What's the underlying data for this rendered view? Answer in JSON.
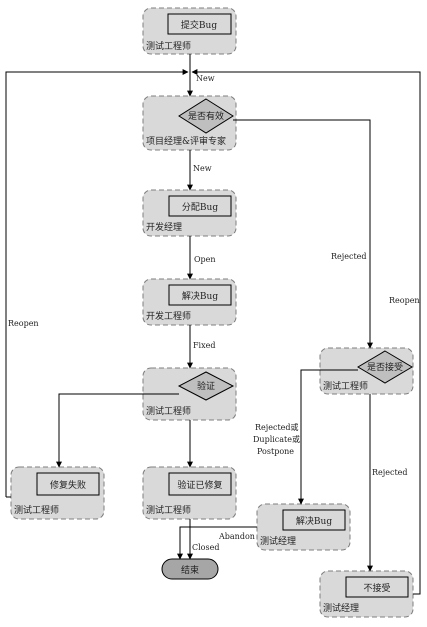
{
  "nodes": {
    "submit": {
      "box_label": "提交Bug",
      "role": "测试工程师"
    },
    "review_valid": {
      "diamond_label": "是否有效",
      "role": "项目经理&评审专家"
    },
    "assign": {
      "box_label": "分配Bug",
      "role": "开发经理"
    },
    "fix": {
      "box_label": "解决Bug",
      "role": "开发工程师"
    },
    "verify": {
      "diamond_label": "验证",
      "role": "测试工程师"
    },
    "fix_failed": {
      "box_label": "修复失败",
      "role": "测试工程师"
    },
    "verified_fixed": {
      "box_label": "验证已修复",
      "role": "测试工程师"
    },
    "accept_check": {
      "diamond_label": "是否接受",
      "role": "测试工程师"
    },
    "resolve_bug": {
      "box_label": "解决Bug",
      "role": "测试经理"
    },
    "not_accepted": {
      "box_label": "不接受",
      "role": "测试经理"
    },
    "end": {
      "label": "结束"
    }
  },
  "edges": {
    "new_top": "New",
    "new_mid": "New",
    "open": "Open",
    "fixed": "Fixed",
    "rejected_right": "Rejected",
    "reopen_right": "Reopen",
    "reopen_left": "Reopen",
    "rejected_or_line1": "Rejected或",
    "rejected_or_line2": "Duplicate或",
    "rejected_or_line3": "Postpone",
    "rejected_down": "Rejected",
    "abandon": "Abandon",
    "closed": "Closed"
  },
  "colors": {
    "lane_fill": "#d9d9d9",
    "lane_stroke": "#7f7f7f",
    "box_fill": "#d9d9d9",
    "diamond_fill": "#bfbfbf",
    "end_fill": "#a6a6a6",
    "line": "#000000"
  }
}
